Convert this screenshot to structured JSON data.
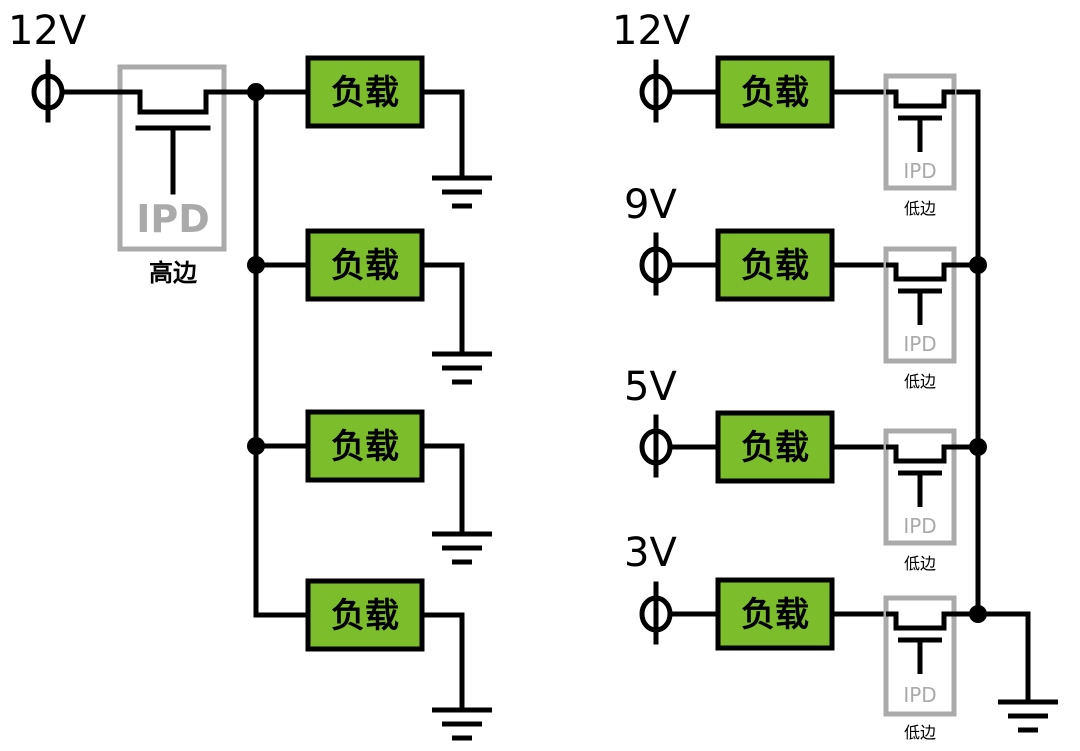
{
  "left": {
    "supply_label": "12V",
    "ipd_label": "IPD",
    "ipd_side_label": "高边",
    "loads": [
      "负载",
      "负载",
      "负载",
      "负载"
    ]
  },
  "right": {
    "rows": [
      {
        "supply_label": "12V",
        "load_label": "负载",
        "ipd_label": "IPD",
        "side_label": "低边"
      },
      {
        "supply_label": "9V",
        "load_label": "负载",
        "ipd_label": "IPD",
        "side_label": "低边"
      },
      {
        "supply_label": "5V",
        "load_label": "负载",
        "ipd_label": "IPD",
        "side_label": "低边"
      },
      {
        "supply_label": "3V",
        "load_label": "负载",
        "ipd_label": "IPD",
        "side_label": "低边"
      }
    ]
  },
  "colors": {
    "load_fill": "#7cbd2b",
    "ipd_gray": "#aaaaaa",
    "wire": "#000000"
  }
}
